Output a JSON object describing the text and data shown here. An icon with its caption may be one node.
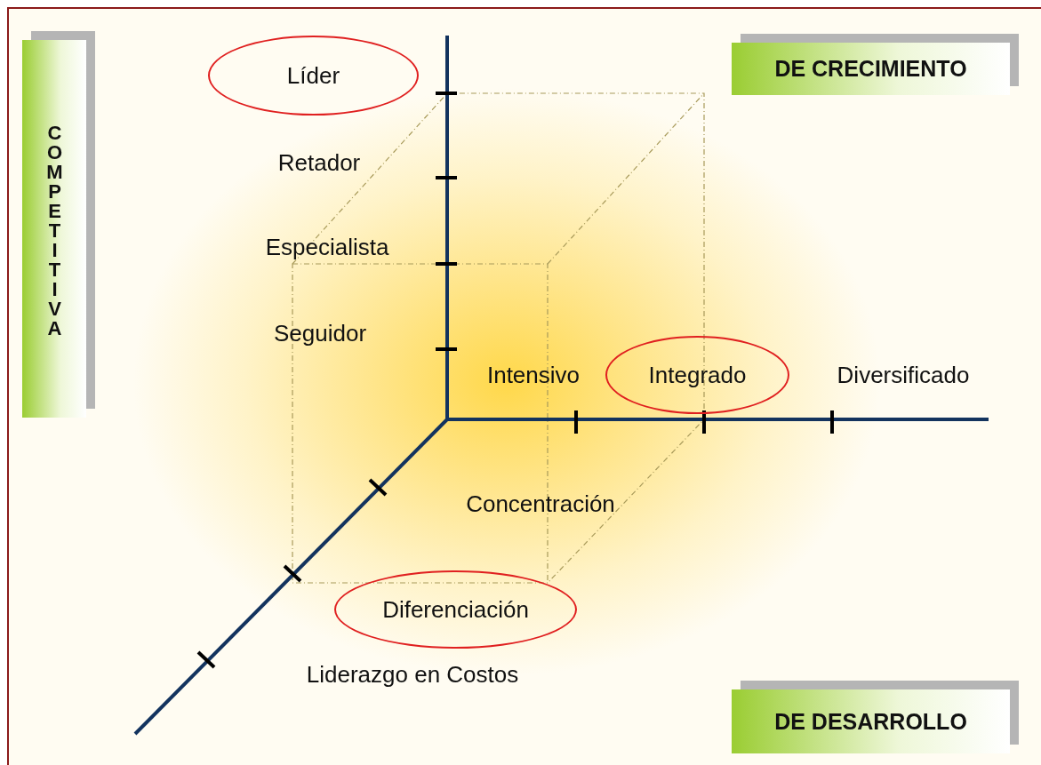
{
  "diagram": {
    "nodes": [
      {
        "text": [
          "COMPETITIVA"
        ]
      },
      {
        "text": [
          "DE CRECIMIENTO"
        ]
      },
      {
        "text": [
          "Líder"
        ]
      },
      {
        "text": [
          "Integrado"
        ]
      },
      {
        "text": [
          "Diferenciación"
        ]
      },
      {
        "text": [
          "DE DESARROLLO"
        ]
      }
    ],
    "edges": [],
    "labels": [
      "Retador",
      "Especialista",
      "Seguidor",
      "Intensivo",
      "Diversificado",
      "Concentración",
      "Liderazgo en Costos"
    ]
  }
}
